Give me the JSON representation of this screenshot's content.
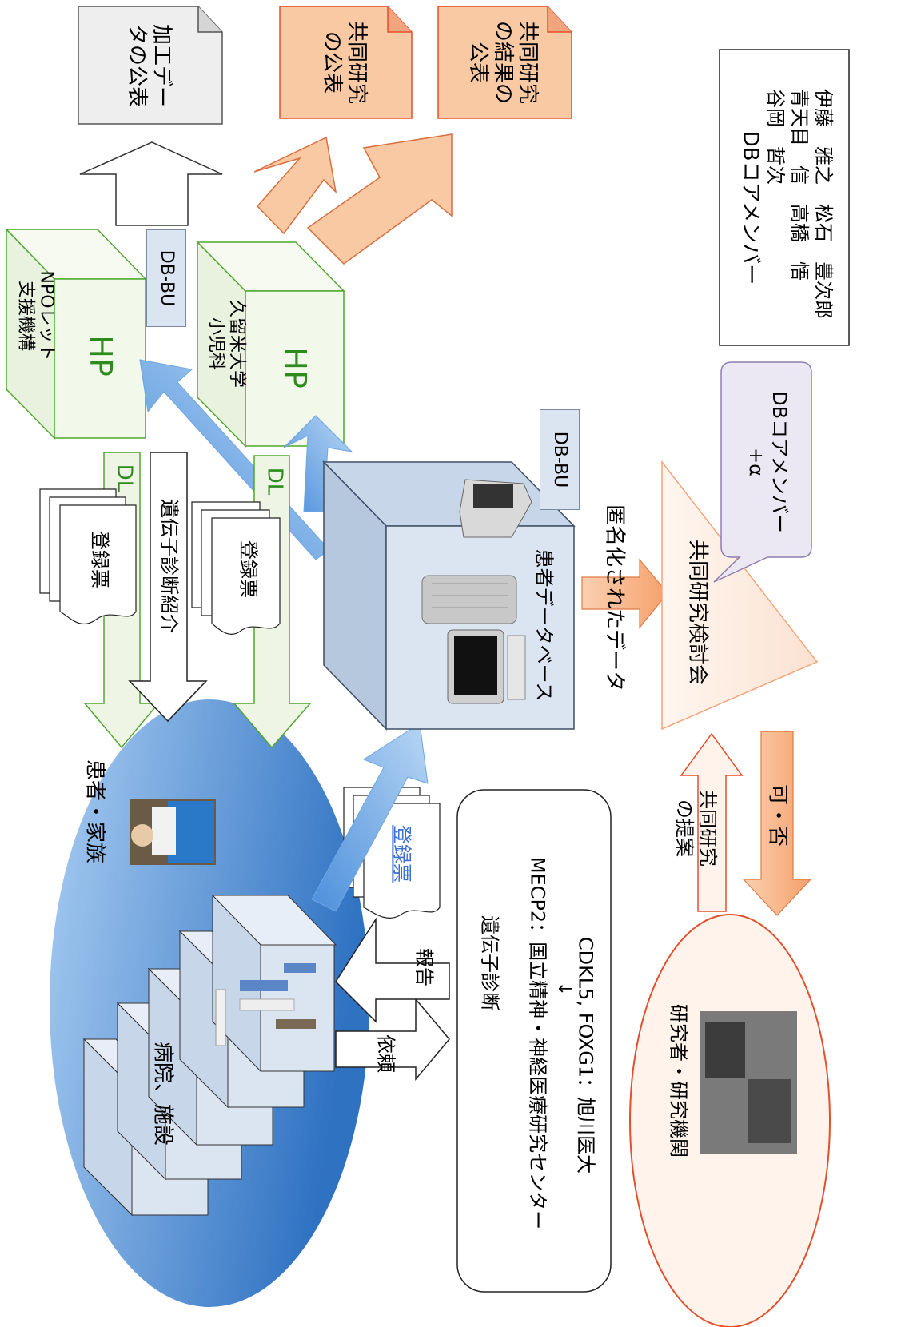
{
  "top_docs": {
    "processed_data": "加工デー\nタの公表",
    "joint_research": "共同研究\nの公表",
    "joint_results": "共同研究\nの結果の\n公表"
  },
  "core_members": {
    "title": "DBコアメンバー",
    "names": "伊藤　雅之　松石　豊次郎\n青天目　信　高橋　悟\n谷岡　哲次"
  },
  "npo": {
    "title": "NPOレット\n支援機構",
    "hp": "HP"
  },
  "kurume": {
    "title": "久留米大学\n小児科",
    "hp": "HP"
  },
  "db_bu_1": "DB-BU",
  "db_bu_2": "DB-BU",
  "dl_1": "DL",
  "dl_2": "DL",
  "registration_1": "登録票",
  "registration_2": "登録票",
  "registration_3": "登録票",
  "genetic_referral": "遺伝子診断紹介",
  "patient_db": "患者データベース",
  "anonymized": "匿名化されたデータ",
  "joint_meeting": "共同研究検討会",
  "core_members_alpha": "DBコアメンバー\n+α",
  "patients_family": "患者・家族",
  "hospitals": "病院、施設",
  "request": "依頼",
  "report": "報告",
  "genetic_diagnosis": {
    "title": "遺伝子診断",
    "line1": "MECP2：国立精神・神経医療研究センター",
    "arrow": "↓",
    "line2": "CDKL5, FOXG1：旭川医大"
  },
  "proposal": "共同研究\nの提案",
  "yes_no": "可・否",
  "researchers": "研究者・研究機関",
  "colors": {
    "green_border": "#4ea72e",
    "green_fill": "#eef5e4",
    "orange_fill": "#f9c9a4",
    "orange_border": "#e2502d",
    "blue_ellipse": "#5b9bd5",
    "db_box": "#dbe5f1",
    "purple_fill": "#ece8f3"
  }
}
